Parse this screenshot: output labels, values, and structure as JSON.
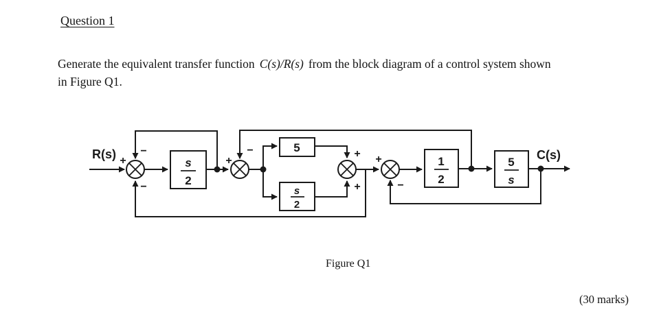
{
  "question": {
    "heading": "Question 1",
    "body_prefix": "Generate the equivalent transfer function",
    "body_math": "C(s)/R(s)",
    "body_suffix": "from the block diagram of a control system shown",
    "body_line2": "in Figure Q1.",
    "figure_caption": "Figure Q1",
    "marks": "(30 marks)"
  },
  "diagram": {
    "input_label": "R(s)",
    "output_label": "C(s)",
    "sum1": {
      "left_sign": "+",
      "top_sign": "−",
      "bottom_sign": "−"
    },
    "sum2": {
      "left_sign": "+",
      "top_sign": "−"
    },
    "sum3": {
      "top_sign": "+",
      "bottom_sign": "+"
    },
    "sum4": {
      "left_sign": "+",
      "bottom_sign": "−"
    },
    "block_g1": {
      "num": "s",
      "den": "2"
    },
    "block_g2": {
      "label": "5"
    },
    "block_g3": {
      "num": "s",
      "den": "2"
    },
    "block_g4": {
      "num": "1",
      "den": "2"
    },
    "block_g5": {
      "num": "5",
      "den": "s"
    }
  },
  "colors": {
    "ink": "#1a1a1a",
    "paper": "#ffffff"
  }
}
